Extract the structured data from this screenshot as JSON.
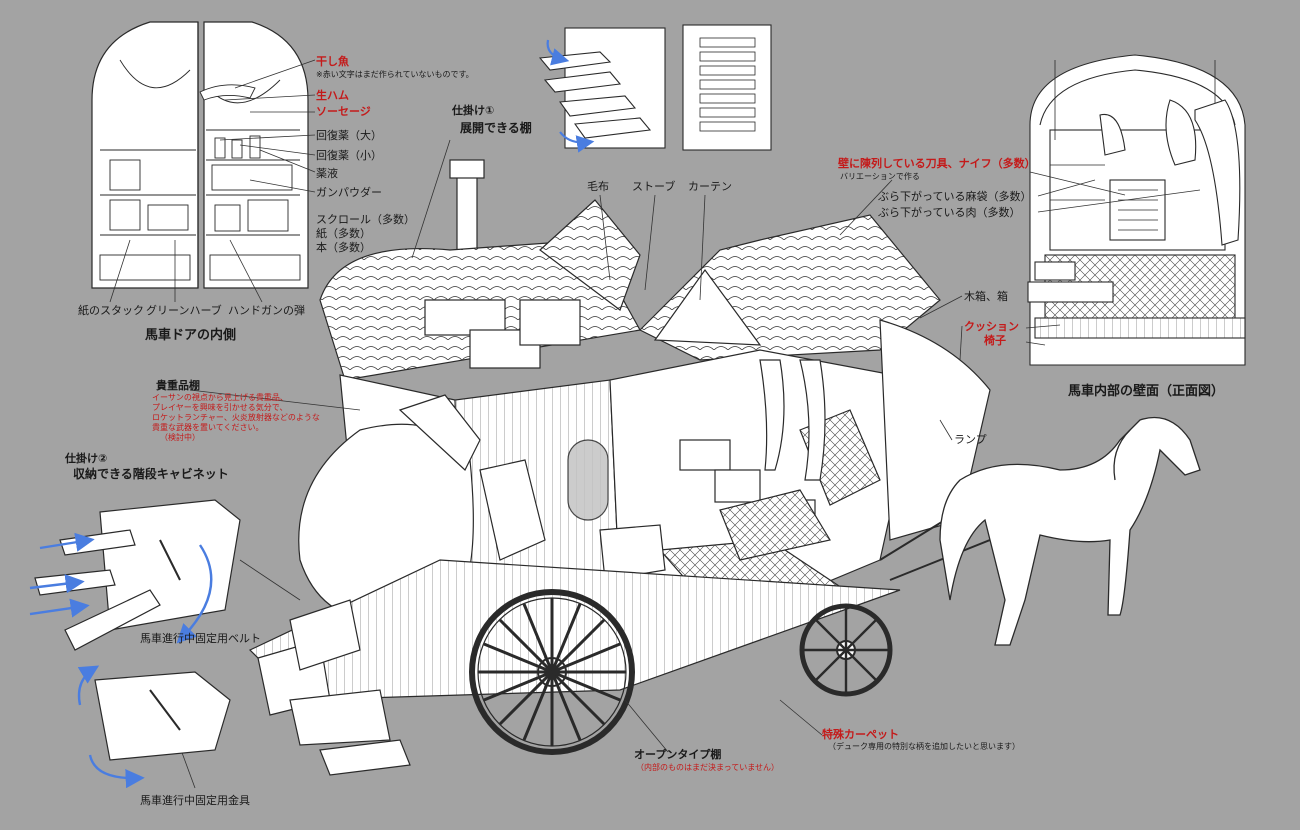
{
  "colors": {
    "background": "#a3a3a3",
    "line": "#2a2a2a",
    "fill": "#ffffff",
    "red_note": "#c41a1a",
    "arrow_blue": "#4a7de0",
    "ghost_panel": "#c4c4c4"
  },
  "door": {
    "title": "馬車ドアの内側",
    "items": [
      "干し魚",
      "生ハム",
      "ソーセージ",
      "回復薬（大）",
      "回復薬（小）",
      "薬液",
      "ガンパウダー",
      "スクロール（多数）",
      "紙（多数）",
      "本（多数）"
    ],
    "note": "※赤い文字はまだ作られていないものです。",
    "bottom": [
      "紙のスタック",
      "グリーンハーブ",
      "ハンドガンの弾"
    ]
  },
  "gimmick1": {
    "number": "仕掛け①",
    "title": "展開できる棚"
  },
  "wagon": {
    "labels": [
      "毛布",
      "ストーブ",
      "カーテン",
      "木箱、箱",
      "ランプ"
    ]
  },
  "valuables": {
    "title": "貴重品棚",
    "notes": [
      "イーサンの視点から見上げる貴重品、",
      "プレイヤーを興味を引かせる気分で、",
      "ロケットランチャー、火炎放射器などのような",
      "貴重な武器を置いてください。",
      "（検討中）"
    ]
  },
  "gimmick2": {
    "number": "仕掛け②",
    "title": "収納できる階段キャビネット"
  },
  "stairs": {
    "belt": "馬車進行中固定用ベルト",
    "metal": "馬車進行中固定用金具"
  },
  "interior": {
    "title": "馬車内部の壁面（正面図）",
    "blades": "壁に陳列している刀具、ナイフ（多数）",
    "variation": "バリエーションで作る",
    "bags": "ぶら下がっている麻袋（多数）",
    "meat": "ぶら下がっている肉（多数）",
    "cushion": "クッション",
    "chair": "椅子"
  },
  "carpet": {
    "title": "特殊カーペット",
    "note": "（デューク専用の特別な柄を追加したいと思います）"
  },
  "shelf": {
    "title": "オープンタイプ棚",
    "note": "（内部のものはまだ決まっていません）"
  }
}
